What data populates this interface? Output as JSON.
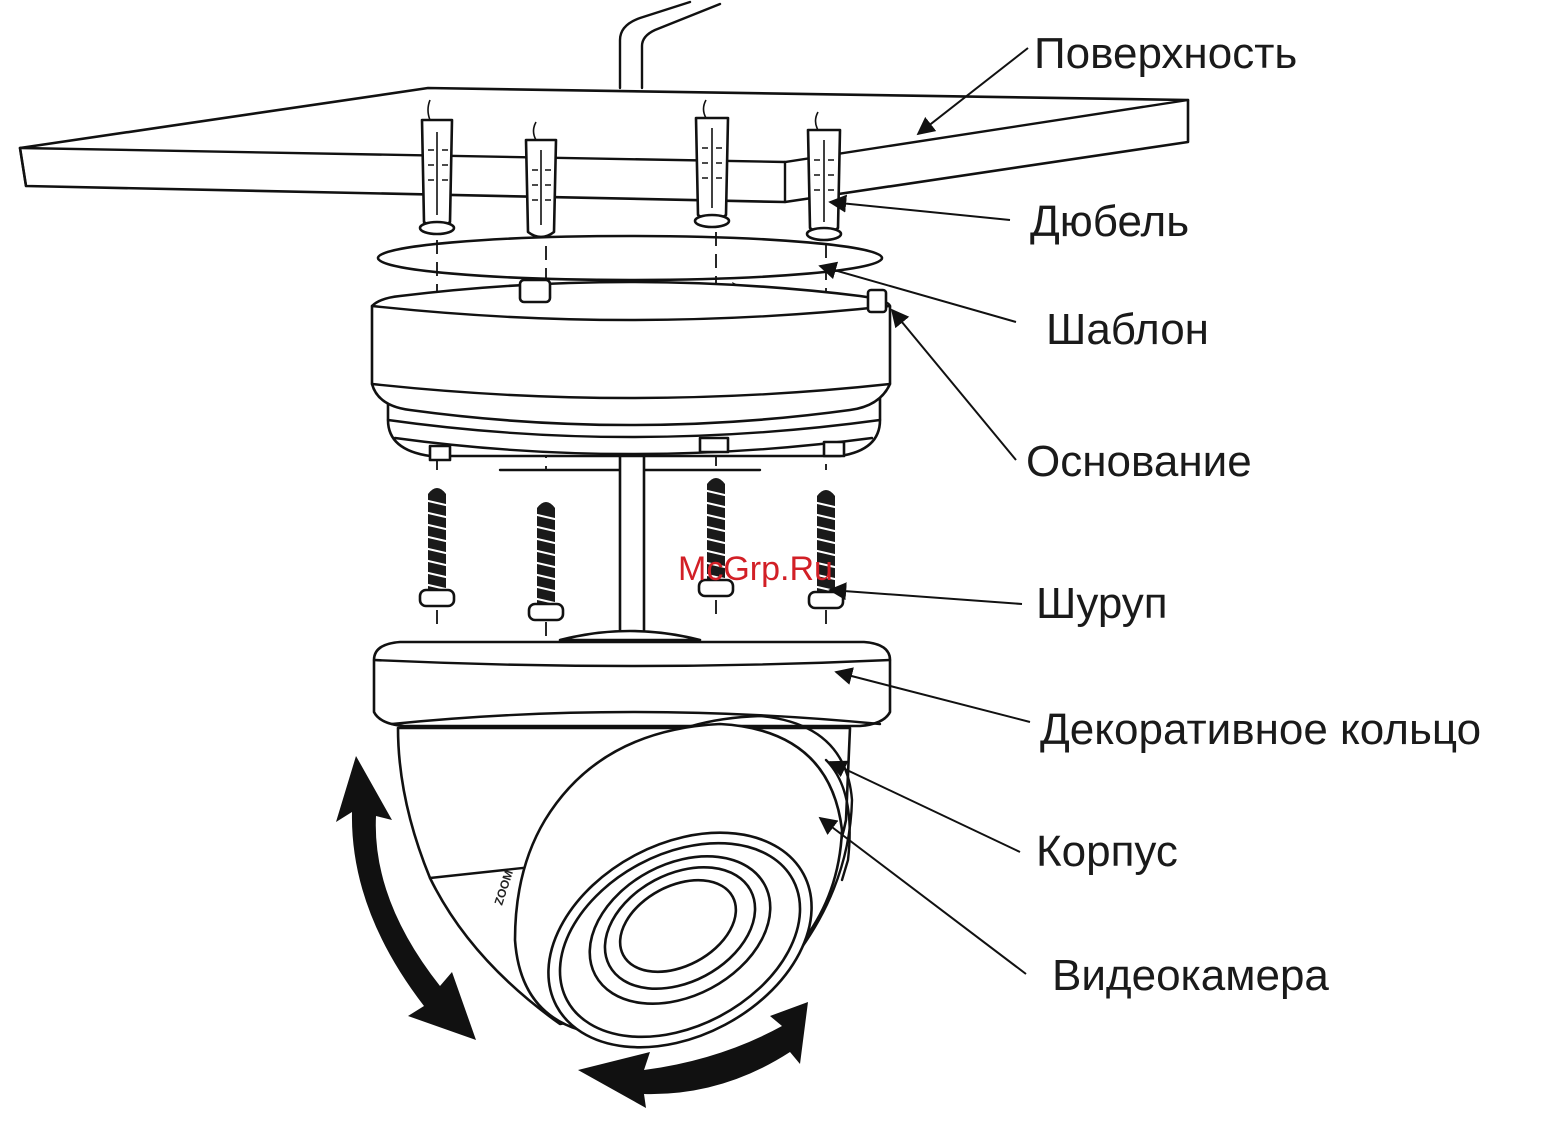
{
  "labels": {
    "surface": "Поверхность",
    "anchor": "Дюбель",
    "template": "Шаблон",
    "base": "Основание",
    "screw": "Шуруп",
    "decor_ring": "Декоративное кольцо",
    "housing": "Корпус",
    "camera": "Видеокамера"
  },
  "watermark": "McGrp.Ru",
  "lens_marking": "ZOOM",
  "colors": {
    "line": "#111111",
    "text": "#1a1a1a",
    "watermark": "#d21f26",
    "background": "#ffffff"
  }
}
